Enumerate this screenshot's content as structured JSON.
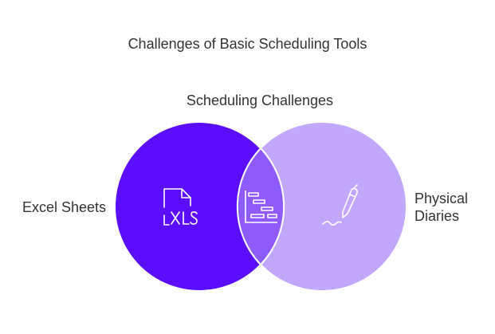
{
  "title": "Challenges of Basic Scheduling Tools",
  "sets": {
    "intersection_label": "Scheduling Challenges",
    "left_label": "Excel Sheets",
    "right_label": "Physical\nDiaries"
  },
  "icons": {
    "left": "xls-file-icon",
    "center": "gantt-chart-icon",
    "right": "pen-icon"
  },
  "colors": {
    "left_circle": "#5b0efb",
    "right_circle": "#c2a7fc",
    "intersection": "#8f5afc",
    "icon_stroke": "#ffffff"
  }
}
